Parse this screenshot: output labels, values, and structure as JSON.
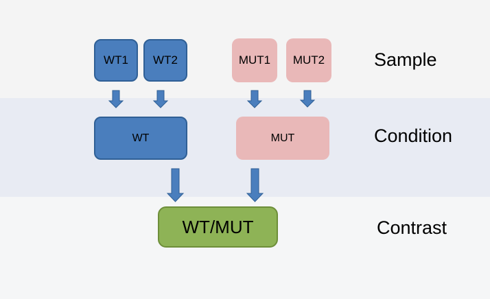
{
  "levels": {
    "sample": "Sample",
    "condition": "Condition",
    "contrast": "Contrast"
  },
  "nodes": {
    "wt1": "WT1",
    "wt2": "WT2",
    "mut1": "MUT1",
    "mut2": "MUT2",
    "wt": "WT",
    "mut": "MUT",
    "contrast": "WT/MUT"
  },
  "colors": {
    "wt": "#4a7ebd",
    "mut": "#e9b8b8",
    "contrast": "#8eb356",
    "arrow": "#4a7ebd"
  }
}
